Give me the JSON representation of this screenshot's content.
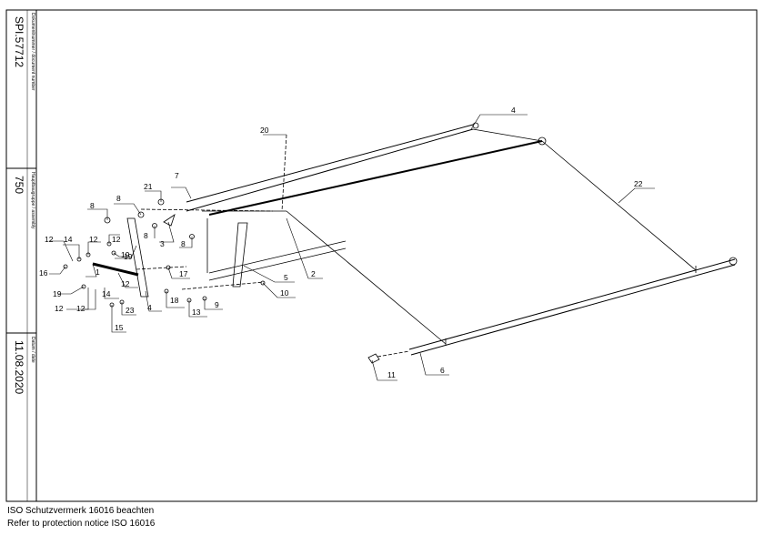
{
  "title_block": {
    "document_number_label": "Dokumentnummer / document number",
    "document_number": "SPI.57712",
    "assembly_label": "Hauptbaugruppe / assembly",
    "assembly": "750",
    "date_label": "Datum / date",
    "date": "11.08.2020"
  },
  "footer": {
    "line_de": "ISO Schutzvermerk 16016 beachten",
    "line_en": "Refer to protection notice ISO 16016"
  },
  "callouts": {
    "c1": "1",
    "c2": "2",
    "c3": "3",
    "c4a": "4",
    "c4b": "4",
    "c5": "5",
    "c6": "6",
    "c7": "7",
    "c8a": "8",
    "c8b": "8",
    "c8c": "8",
    "c8d": "8",
    "c9": "9",
    "c10": "10",
    "c11": "11",
    "c12a": "12",
    "c12b": "12",
    "c12c": "12",
    "c12d": "12",
    "c12e": "12",
    "c13": "13",
    "c14a": "14",
    "c14b": "14",
    "c15": "15",
    "c16": "16",
    "c17": "17",
    "c18": "18",
    "c19a": "19",
    "c19b": "19",
    "c19c": "19",
    "c20": "20",
    "c21": "21",
    "c22": "22",
    "c23": "23"
  }
}
